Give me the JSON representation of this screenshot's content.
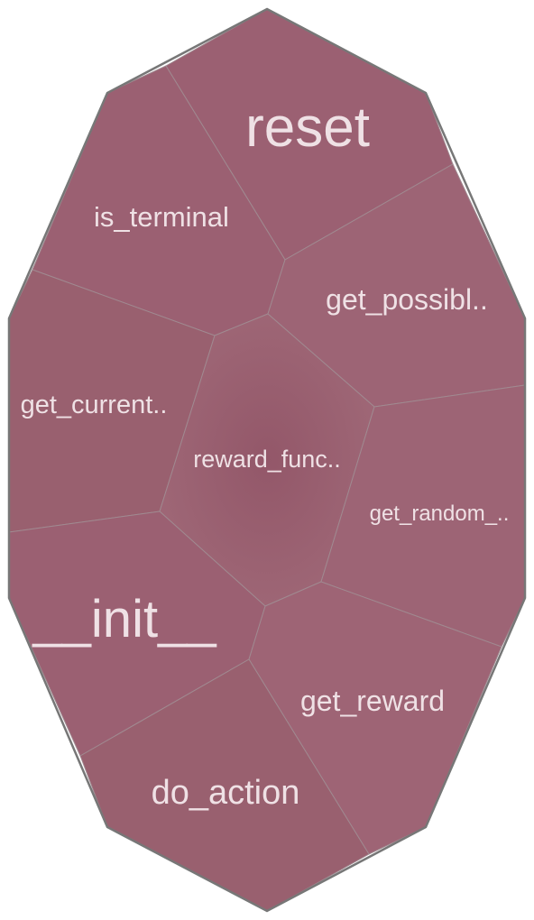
{
  "diagram": {
    "type": "voronoi-treemap",
    "fill_color": "#9b6072",
    "cell_border_color": "#a08990",
    "outline_color": "#777777",
    "label_color": "#efe1e5",
    "cells": [
      {
        "id": "reset",
        "label": "reset"
      },
      {
        "id": "is-terminal",
        "label": "is_terminal"
      },
      {
        "id": "get-possibl",
        "label": "get_possibl.."
      },
      {
        "id": "get-current",
        "label": "get_current.."
      },
      {
        "id": "reward-func",
        "label": "reward_func.."
      },
      {
        "id": "get-random",
        "label": "get_random_.."
      },
      {
        "id": "init",
        "label": "__init__"
      },
      {
        "id": "get-reward",
        "label": "get_reward"
      },
      {
        "id": "do-action",
        "label": "do_action"
      }
    ]
  }
}
